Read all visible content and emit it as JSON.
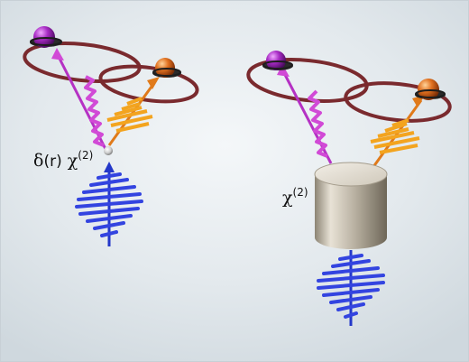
{
  "labels": {
    "point_crystal": {
      "delta": "δ",
      "r": "(r)",
      "chi": "χ",
      "order": "(2)"
    },
    "bulk_crystal": {
      "chi": "χ",
      "order": "(2)"
    }
  },
  "colors": {
    "pump": "#2f3fd8",
    "signal": "#c23ad1",
    "idler": "#f0a020",
    "ring": "#7a2a2e",
    "particle_purple": "#8b1fa8",
    "particle_orange": "#d7661e",
    "crystal": "#c9c2b4"
  },
  "icons": [
    "purple-particle-icon",
    "orange-particle-icon",
    "pump-pulse-icon",
    "crystal-cylinder-icon"
  ]
}
